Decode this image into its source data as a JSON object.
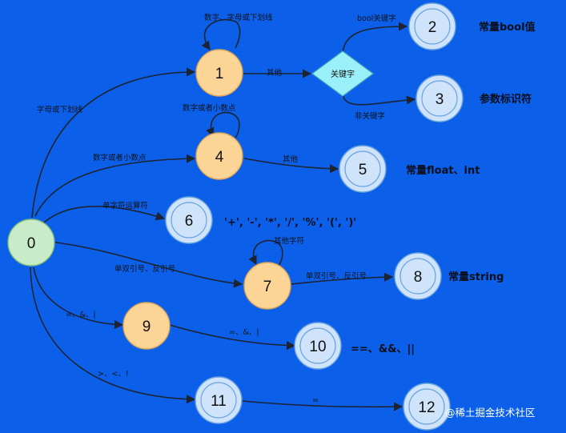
{
  "colors": {
    "background": "#0b5fe8",
    "start_fill": "#c8ecc7",
    "start_stroke": "#7fb77f",
    "state_fill": "#fcd596",
    "state_stroke": "#d9a55a",
    "final_fill": "#cfe4fb",
    "final_stroke": "#6aa4df",
    "decision_fill": "#9af0f8",
    "edge": "#1c2433"
  },
  "nodes": {
    "n0": "0",
    "n1": "1",
    "n2": "2",
    "n3": "3",
    "n4": "4",
    "n5": "5",
    "n6": "6",
    "n7": "7",
    "n8": "8",
    "n9": "9",
    "n10": "10",
    "n11": "11",
    "n12": "12"
  },
  "decision": {
    "label": "关键字"
  },
  "edge_labels": {
    "loop1": "数字、字母或下划线",
    "e0_1": "字母或下划线",
    "e1_kw": "其他",
    "kw_2": "bool关键字",
    "kw_3": "非关键字",
    "loop4": "数字或者小数点",
    "e0_4": "数字或者小数点",
    "e4_5": "其他",
    "e0_6": "单字符运算符",
    "loop7": "其他字符",
    "e0_7": "单双引号、反引号",
    "e7_8": "单双引号、反引号",
    "e0_9": "=、&、|",
    "e9_10": "=、&、|",
    "e0_11": ">、<、!",
    "e11_12": "="
  },
  "descriptions": {
    "d2": "常量bool值",
    "d3": "参数标识符",
    "d5": "常量float、int",
    "d6": "'+', '-', '*', '/', '%', '(', ')'",
    "d8": "常量string",
    "d10": "==、&&、||"
  },
  "watermark": "@稀土掘金技术社区"
}
